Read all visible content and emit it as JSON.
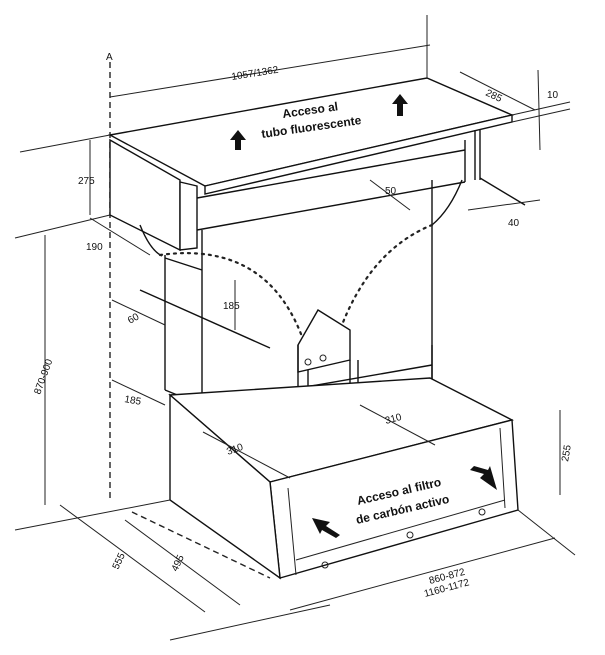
{
  "diagram": {
    "point_label": "A",
    "dimensions": {
      "top_width": "1057/1362",
      "top_depth": "285",
      "top_thickness": "10",
      "hood_height": "275",
      "hood_offset": "190",
      "gap_50": "50",
      "gap_40": "40",
      "inner_185": "185",
      "offset_60": "60",
      "total_height": "870-900",
      "side_185": "185",
      "depth_310_right": "310",
      "depth_310_left": "310",
      "box_height": "255",
      "depth_555": "555",
      "depth_495": "495",
      "width_range_1": "860-872",
      "width_range_2": "1160-1172"
    },
    "annotations": {
      "top_access_line1": "Acceso al",
      "top_access_line2": "tubo fluorescente",
      "filter_access_line1": "Acceso al filtro",
      "filter_access_line2": "de carbón activo"
    }
  }
}
